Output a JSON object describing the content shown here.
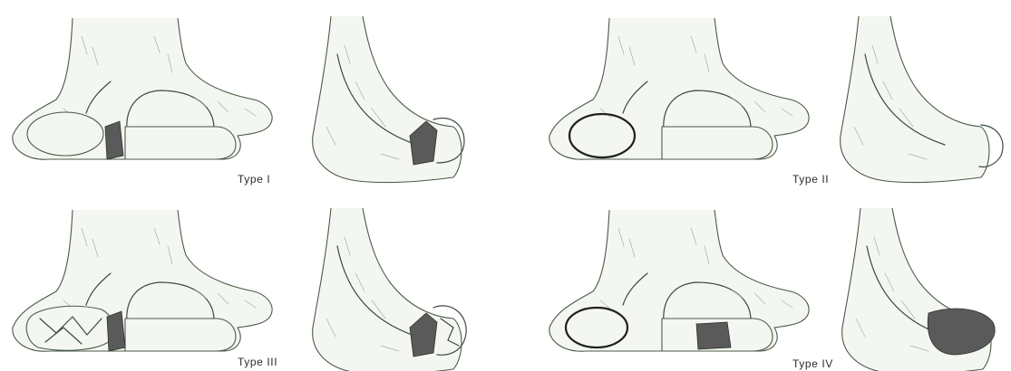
{
  "figure": {
    "panels": [
      {
        "caption": "Type I"
      },
      {
        "caption": "Type II"
      },
      {
        "caption": "Type III"
      },
      {
        "caption": "Type IV"
      }
    ]
  }
}
